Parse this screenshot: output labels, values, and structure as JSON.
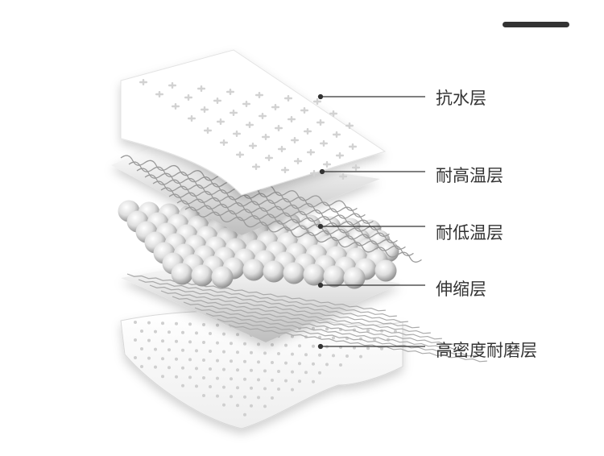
{
  "layers": [
    {
      "label": "抗水层"
    },
    {
      "label": "耐高温层"
    },
    {
      "label": "耐低温层"
    },
    {
      "label": "伸缩层"
    },
    {
      "label": "高密度耐磨层"
    }
  ],
  "colors": {
    "line": "#333333",
    "text": "#333333",
    "indicator": "#333333",
    "material_light": "#ffffff",
    "material_shadow": "#8a8a8a"
  },
  "icons": [
    "scroll-indicator"
  ]
}
